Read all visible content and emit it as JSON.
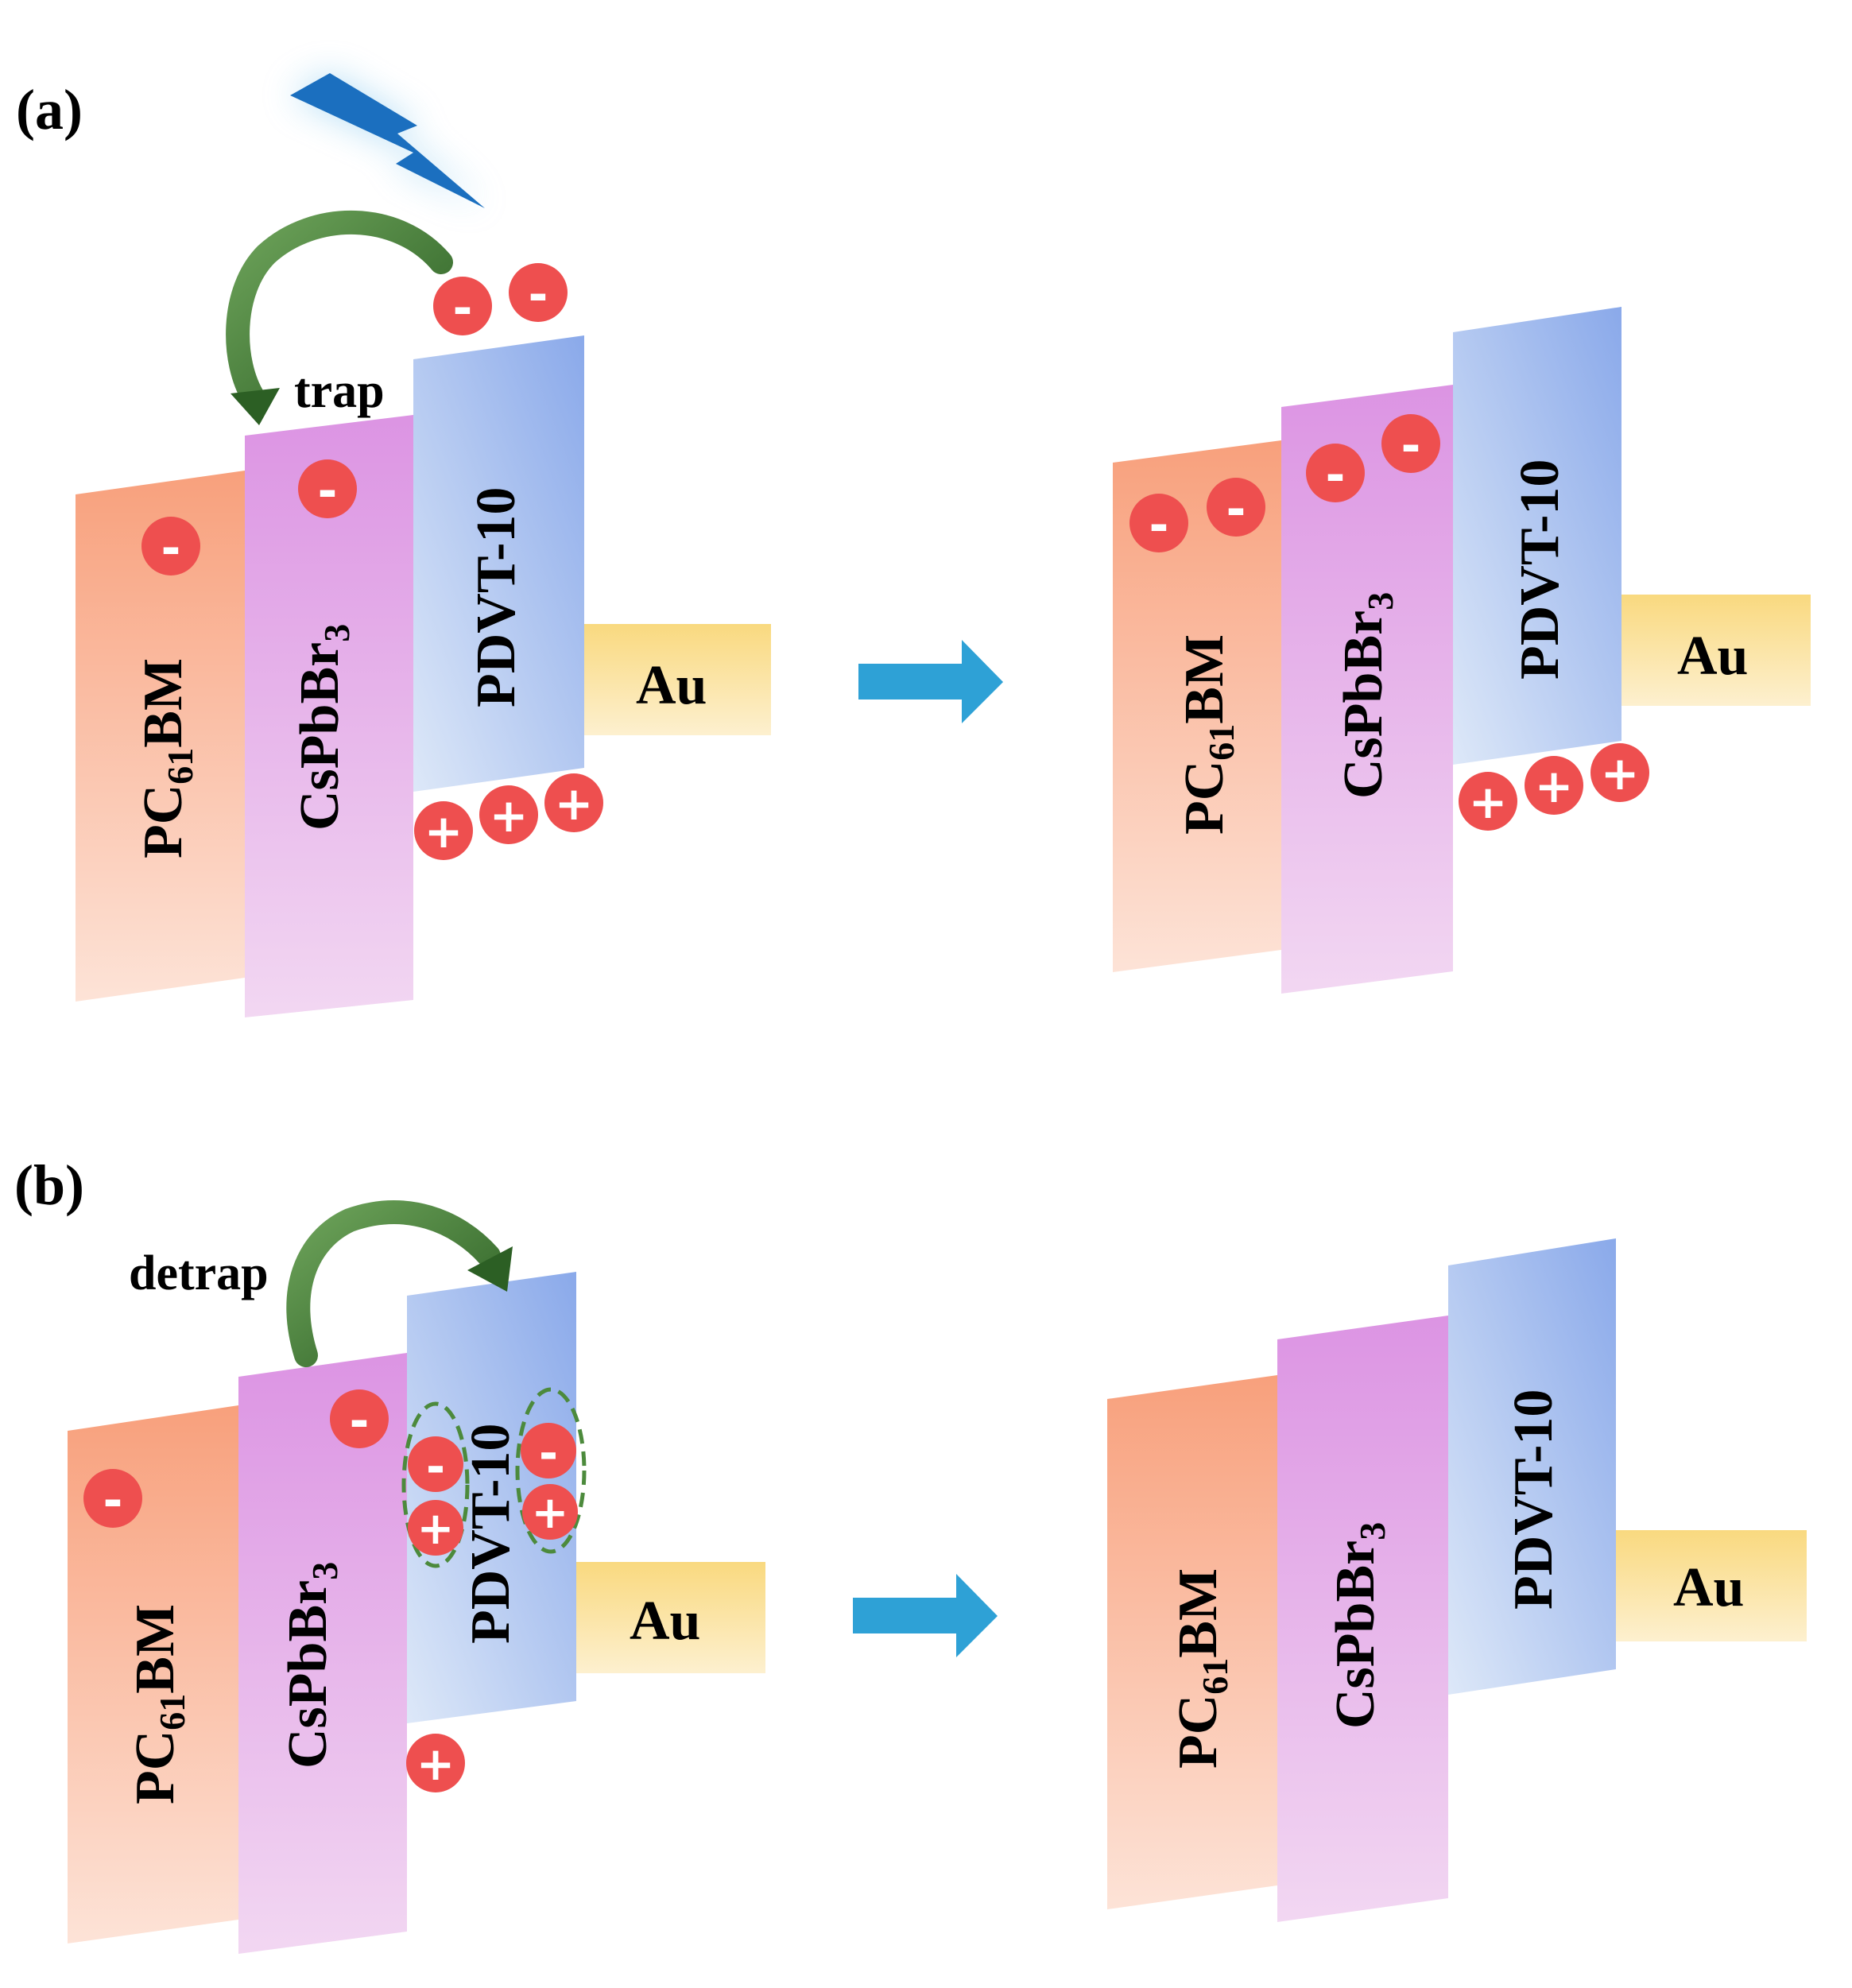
{
  "panels": {
    "a": {
      "label": "(a)",
      "process": "trap"
    },
    "b": {
      "label": "(b)",
      "process": "detrap"
    }
  },
  "layers": {
    "pcbm": {
      "base": "PC",
      "sub": "61",
      "tail": "BM"
    },
    "cspbbr": {
      "base": "CsPbBr",
      "sub": "3"
    },
    "pdvt": {
      "text": "PDVT-10"
    },
    "au": {
      "text": "Au"
    }
  },
  "charges": {
    "electron": "-",
    "hole": "+"
  },
  "colors": {
    "pcbm": "#f7a27f",
    "cspbbr": "#dd9ae4",
    "pdvt": "#96b2ec",
    "au": "#f9df93",
    "charge": "#ee4f4f",
    "arrow_blue": "#2ea1d6",
    "curve_green": "#3b7a2c",
    "lightning": "#1b6fbf"
  }
}
